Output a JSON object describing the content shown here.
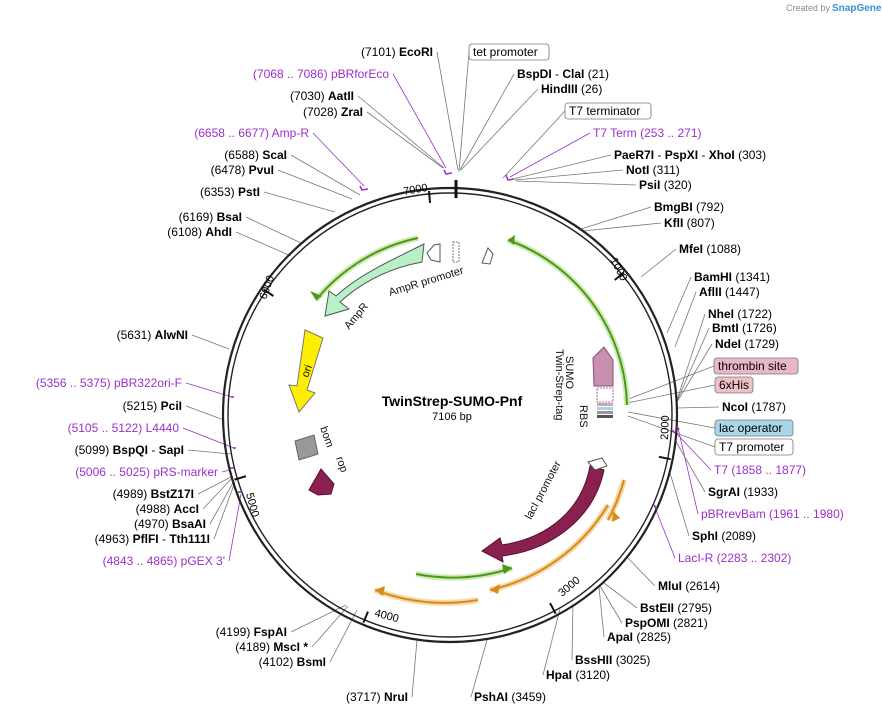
{
  "plasmid": {
    "name": "TwinStrep-SUMO-Pnf",
    "size_label": "7106 bp",
    "length": 7106
  },
  "credit": {
    "text": "Created by",
    "brand": "SnapGene"
  },
  "colors": {
    "backbone": "#222222",
    "primer": "#9b30c8",
    "green_arrow": "#4a9a1a",
    "orange_arrow": "#d88a1a",
    "ampr": "#b8f0c8",
    "ori": "#ffee00",
    "laci": "#8a2050",
    "rop": "#8a2050",
    "bom": "#999999",
    "sumo": "#c890b0",
    "thrombin_box": "#e8b8c8",
    "his_box": "#f0c0c8",
    "lac_operator_box": "#a8d8e8"
  },
  "ticks": [
    {
      "label": "1000",
      "pos": 1000
    },
    {
      "label": "2000",
      "pos": 2000
    },
    {
      "label": "3000",
      "pos": 3000
    },
    {
      "label": "4000",
      "pos": 4000
    },
    {
      "label": "5000",
      "pos": 5000
    },
    {
      "label": "6000",
      "pos": 6000
    },
    {
      "label": "7000",
      "pos": 7000
    }
  ],
  "features": {
    "ampr": "AmpR",
    "ampr_promoter": "AmpR promoter",
    "ori": "ori",
    "bom": "bom",
    "rop": "rop",
    "laci": "lacI",
    "laci_promoter": "lacI promoter",
    "sumo": "SUMO",
    "twin_strep_tag": "Twin-Strep-tag",
    "rbs": "RBS"
  },
  "labels": [
    {
      "id": "ecori",
      "segs": [
        [
          "(7101)",
          "p"
        ],
        [
          " EcoRI",
          "b"
        ]
      ]
    },
    {
      "id": "tet-promoter",
      "box": "tet promoter"
    },
    {
      "id": "pbrforeco",
      "segs": [
        [
          "(7068 .. 7086)  pBRforEco",
          "m"
        ]
      ]
    },
    {
      "id": "bspdi",
      "segs": [
        [
          "BspDI",
          "b"
        ],
        [
          "  -  ",
          "p"
        ],
        [
          "ClaI",
          "b"
        ],
        [
          "   (21)",
          "p"
        ]
      ]
    },
    {
      "id": "aatii",
      "segs": [
        [
          "(7030)  ",
          "p"
        ],
        [
          "AatII",
          "b"
        ]
      ]
    },
    {
      "id": "hindiii",
      "segs": [
        [
          "HindIII",
          "b"
        ],
        [
          "   (26)",
          "p"
        ]
      ]
    },
    {
      "id": "zrai",
      "segs": [
        [
          "(7028)  ",
          "p"
        ],
        [
          "ZraI",
          "b"
        ]
      ]
    },
    {
      "id": "t7-terminator",
      "box": "T7 terminator"
    },
    {
      "id": "ampr-primer",
      "segs": [
        [
          "(6658 .. 6677)  Amp-R",
          "m"
        ]
      ]
    },
    {
      "id": "t7-term",
      "segs": [
        [
          "T7 Term     (253 .. 271)",
          "m"
        ]
      ]
    },
    {
      "id": "scai",
      "segs": [
        [
          "(6588)  ",
          "p"
        ],
        [
          "ScaI",
          "b"
        ]
      ]
    },
    {
      "id": "paer7i",
      "segs": [
        [
          "PaeR7I",
          "b"
        ],
        [
          "  -  ",
          "p"
        ],
        [
          "PspXI",
          "b"
        ],
        [
          "  -  ",
          "p"
        ],
        [
          "XhoI",
          "b"
        ],
        [
          "    (303)",
          "p"
        ]
      ]
    },
    {
      "id": "pvui",
      "segs": [
        [
          "(6478)  ",
          "p"
        ],
        [
          "PvuI",
          "b"
        ]
      ]
    },
    {
      "id": "noti",
      "segs": [
        [
          "NotI",
          "b"
        ],
        [
          "   (311)",
          "p"
        ]
      ]
    },
    {
      "id": "psii",
      "segs": [
        [
          "PsiI",
          "b"
        ],
        [
          "   (320)",
          "p"
        ]
      ]
    },
    {
      "id": "psti",
      "segs": [
        [
          "(6353)  ",
          "p"
        ],
        [
          "PstI",
          "b"
        ]
      ]
    },
    {
      "id": "bmgbi",
      "segs": [
        [
          "BmgBI",
          "b"
        ],
        [
          "   (792)",
          "p"
        ]
      ]
    },
    {
      "id": "bsai",
      "segs": [
        [
          "(6169)  ",
          "p"
        ],
        [
          "BsaI",
          "b"
        ]
      ]
    },
    {
      "id": "kfli",
      "segs": [
        [
          "KflI",
          "b"
        ],
        [
          "   (807)",
          "p"
        ]
      ]
    },
    {
      "id": "ahdi",
      "segs": [
        [
          "(6108)  ",
          "p"
        ],
        [
          "AhdI",
          "b"
        ]
      ]
    },
    {
      "id": "mfei",
      "segs": [
        [
          "MfeI",
          "b"
        ],
        [
          "   (1088)",
          "p"
        ]
      ]
    },
    {
      "id": "bamhi",
      "segs": [
        [
          "BamHI",
          "b"
        ],
        [
          "   (1341)",
          "p"
        ]
      ]
    },
    {
      "id": "aflii",
      "segs": [
        [
          "AflII",
          "b"
        ],
        [
          "   (1447)",
          "p"
        ]
      ]
    },
    {
      "id": "alwni",
      "segs": [
        [
          "(5631)  ",
          "p"
        ],
        [
          "AlwNI",
          "b"
        ]
      ]
    },
    {
      "id": "nhei",
      "segs": [
        [
          "NheI",
          "b"
        ],
        [
          "   (1722)",
          "p"
        ]
      ]
    },
    {
      "id": "bmti",
      "segs": [
        [
          "BmtI",
          "b"
        ],
        [
          "   (1726)",
          "p"
        ]
      ]
    },
    {
      "id": "ndei",
      "segs": [
        [
          "NdeI",
          "b"
        ],
        [
          "   (1729)",
          "p"
        ]
      ]
    },
    {
      "id": "thrombin",
      "box": "thrombin site"
    },
    {
      "id": "pbr322ori",
      "segs": [
        [
          "(5356 .. 5375)  pBR322ori-F",
          "m"
        ]
      ]
    },
    {
      "id": "his",
      "box": "6xHis"
    },
    {
      "id": "pcii",
      "segs": [
        [
          "(5215)  ",
          "p"
        ],
        [
          "PciI",
          "b"
        ]
      ]
    },
    {
      "id": "ncoi",
      "segs": [
        [
          "NcoI",
          "b"
        ],
        [
          "   (1787)",
          "p"
        ]
      ]
    },
    {
      "id": "l4440",
      "segs": [
        [
          "(5105 .. 5122)  L4440",
          "m"
        ]
      ]
    },
    {
      "id": "lac-operator",
      "box": "lac operator"
    },
    {
      "id": "bspqi",
      "segs": [
        [
          "(5099)  ",
          "p"
        ],
        [
          "BspQI",
          "b"
        ],
        [
          "  -  ",
          "p"
        ],
        [
          "SapI",
          "b"
        ]
      ]
    },
    {
      "id": "t7-promoter",
      "box": "T7 promoter"
    },
    {
      "id": "t7-primer",
      "segs": [
        [
          "T7    (1858 .. 1877)",
          "m"
        ]
      ]
    },
    {
      "id": "prs-marker",
      "segs": [
        [
          "(5006 .. 5025)  pRS-marker",
          "m"
        ]
      ]
    },
    {
      "id": "sgrai",
      "segs": [
        [
          "SgrAI",
          "b"
        ],
        [
          "   (1933)",
          "p"
        ]
      ]
    },
    {
      "id": "bstz17i",
      "segs": [
        [
          "(4989)  ",
          "p"
        ],
        [
          "BstZ17I",
          "b"
        ]
      ]
    },
    {
      "id": "acci",
      "segs": [
        [
          "(4988)  ",
          "p"
        ],
        [
          "AccI",
          "b"
        ]
      ]
    },
    {
      "id": "pbrrevbam",
      "segs": [
        [
          "pBRrevBam    (1961 .. 1980)",
          "m"
        ]
      ]
    },
    {
      "id": "bsaai",
      "segs": [
        [
          "(4970)  ",
          "p"
        ],
        [
          "BsaAI",
          "b"
        ]
      ]
    },
    {
      "id": "sphi",
      "segs": [
        [
          "SphI",
          "b"
        ],
        [
          "   (2089)",
          "p"
        ]
      ]
    },
    {
      "id": "pflfi",
      "segs": [
        [
          "(4963)  ",
          "p"
        ],
        [
          "PflFI",
          "b"
        ],
        [
          "  -  ",
          "p"
        ],
        [
          "Tth111I",
          "b"
        ]
      ]
    },
    {
      "id": "laci-r",
      "segs": [
        [
          "LacI-R    (2283 .. 2302)",
          "m"
        ]
      ]
    },
    {
      "id": "pgex3",
      "segs": [
        [
          "(4843 .. 4865)  pGEX 3'",
          "m"
        ]
      ]
    },
    {
      "id": "mlui",
      "segs": [
        [
          "MluI",
          "b"
        ],
        [
          "   (2614)",
          "p"
        ]
      ]
    },
    {
      "id": "bsteii",
      "segs": [
        [
          "BstEII",
          "b"
        ],
        [
          "   (2795)",
          "p"
        ]
      ]
    },
    {
      "id": "pspomi",
      "segs": [
        [
          "PspOMI",
          "b"
        ],
        [
          "   (2821)",
          "p"
        ]
      ]
    },
    {
      "id": "fspai",
      "segs": [
        [
          "(4199)  ",
          "p"
        ],
        [
          "FspAI",
          "b"
        ]
      ]
    },
    {
      "id": "apai",
      "segs": [
        [
          "ApaI",
          "b"
        ],
        [
          "   (2825)",
          "p"
        ]
      ]
    },
    {
      "id": "msci",
      "segs": [
        [
          "(4189)  ",
          "p"
        ],
        [
          "MscI *",
          "b"
        ]
      ]
    },
    {
      "id": "bsmi",
      "segs": [
        [
          "(4102)  ",
          "p"
        ],
        [
          "BsmI",
          "b"
        ]
      ]
    },
    {
      "id": "bsshii",
      "segs": [
        [
          "BssHII",
          "b"
        ],
        [
          "   (3025)",
          "p"
        ]
      ]
    },
    {
      "id": "hpai",
      "segs": [
        [
          "HpaI",
          "b"
        ],
        [
          "   (3120)",
          "p"
        ]
      ]
    },
    {
      "id": "nrui",
      "segs": [
        [
          "(3717)  ",
          "p"
        ],
        [
          "NruI",
          "b"
        ]
      ]
    },
    {
      "id": "pshai",
      "segs": [
        [
          "PshAI",
          "b"
        ],
        [
          "   (3459)",
          "p"
        ]
      ]
    }
  ]
}
